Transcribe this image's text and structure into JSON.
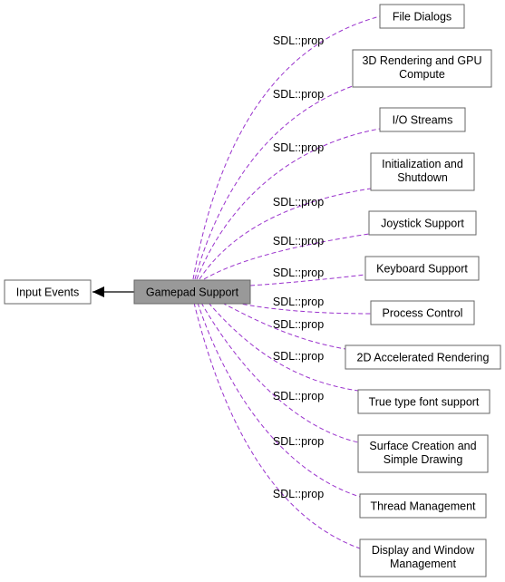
{
  "nodes": {
    "input_events": "Input Events",
    "gamepad_support": "Gamepad Support",
    "file_dialogs": "File Dialogs",
    "rendering_gpu": [
      "3D Rendering and GPU",
      "Compute"
    ],
    "io_streams": "I/O Streams",
    "initialization": [
      "Initialization and",
      "Shutdown"
    ],
    "joystick_support": "Joystick Support",
    "keyboard_support": "Keyboard Support",
    "process_control": "Process Control",
    "accelerated_rendering": "2D Accelerated Rendering",
    "true_type_font": "True type font support",
    "surface_creation": [
      "Surface Creation and",
      "Simple Drawing"
    ],
    "thread_management": "Thread Management",
    "display_window": [
      "Display and Window",
      "Management"
    ]
  },
  "edge_label": "SDL::prop",
  "colors": {
    "edge": "#9a32cd",
    "current_node_fill": "#999999",
    "node_border": "#666666"
  }
}
